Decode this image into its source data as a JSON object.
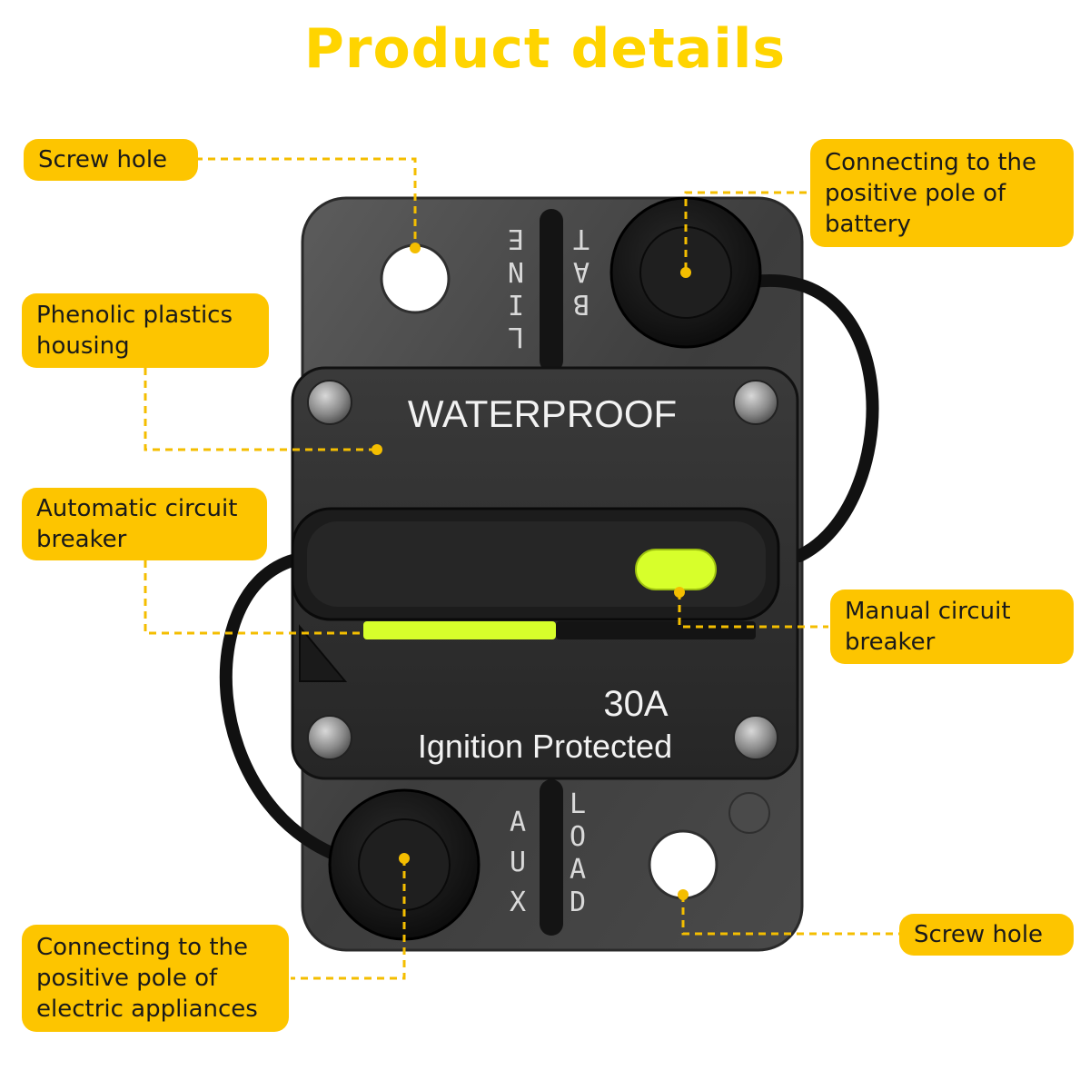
{
  "title": "Product details",
  "accent_color": "#fdc500",
  "highlight_color": "#d7ff2b",
  "device": {
    "housing_text": "WATERPROOF",
    "rating": "30A",
    "certification": "Ignition Protected",
    "terminal_top_left": "LINE",
    "terminal_top_right": "BAT",
    "terminal_bottom_left": "AUX",
    "terminal_bottom_right": "LOAD"
  },
  "labels": {
    "screw_hole_top": "Screw hole",
    "battery_positive": "Connecting to the\npositive pole of\nbattery",
    "phenolic_housing": "Phenolic plastics\nhousing",
    "automatic_breaker": "Automatic circuit\nbreaker",
    "manual_breaker": "Manual circuit\nbreaker",
    "screw_hole_bottom": "Screw hole",
    "appliance_positive": "Connecting to the\npositive pole of\nelectric appliances"
  }
}
